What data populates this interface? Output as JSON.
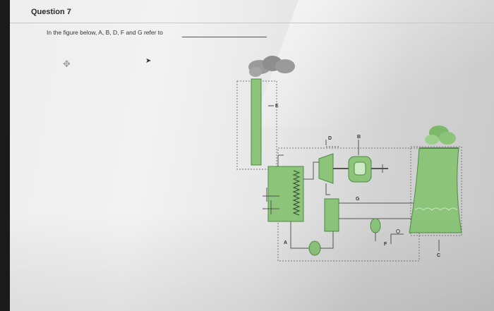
{
  "question": {
    "title": "Question 7",
    "text": "In the figure below, A, B, D, F and G refer to"
  },
  "figure": {
    "labels": {
      "A": "A",
      "B": "B",
      "C": "C",
      "D": "D",
      "E": "E",
      "F": "F",
      "G": "G"
    },
    "colors": {
      "equipment": "#8cc47a",
      "equipment_dark": "#4f8a45",
      "smoke": "#9a9a9a",
      "pipe": "#555555"
    }
  }
}
